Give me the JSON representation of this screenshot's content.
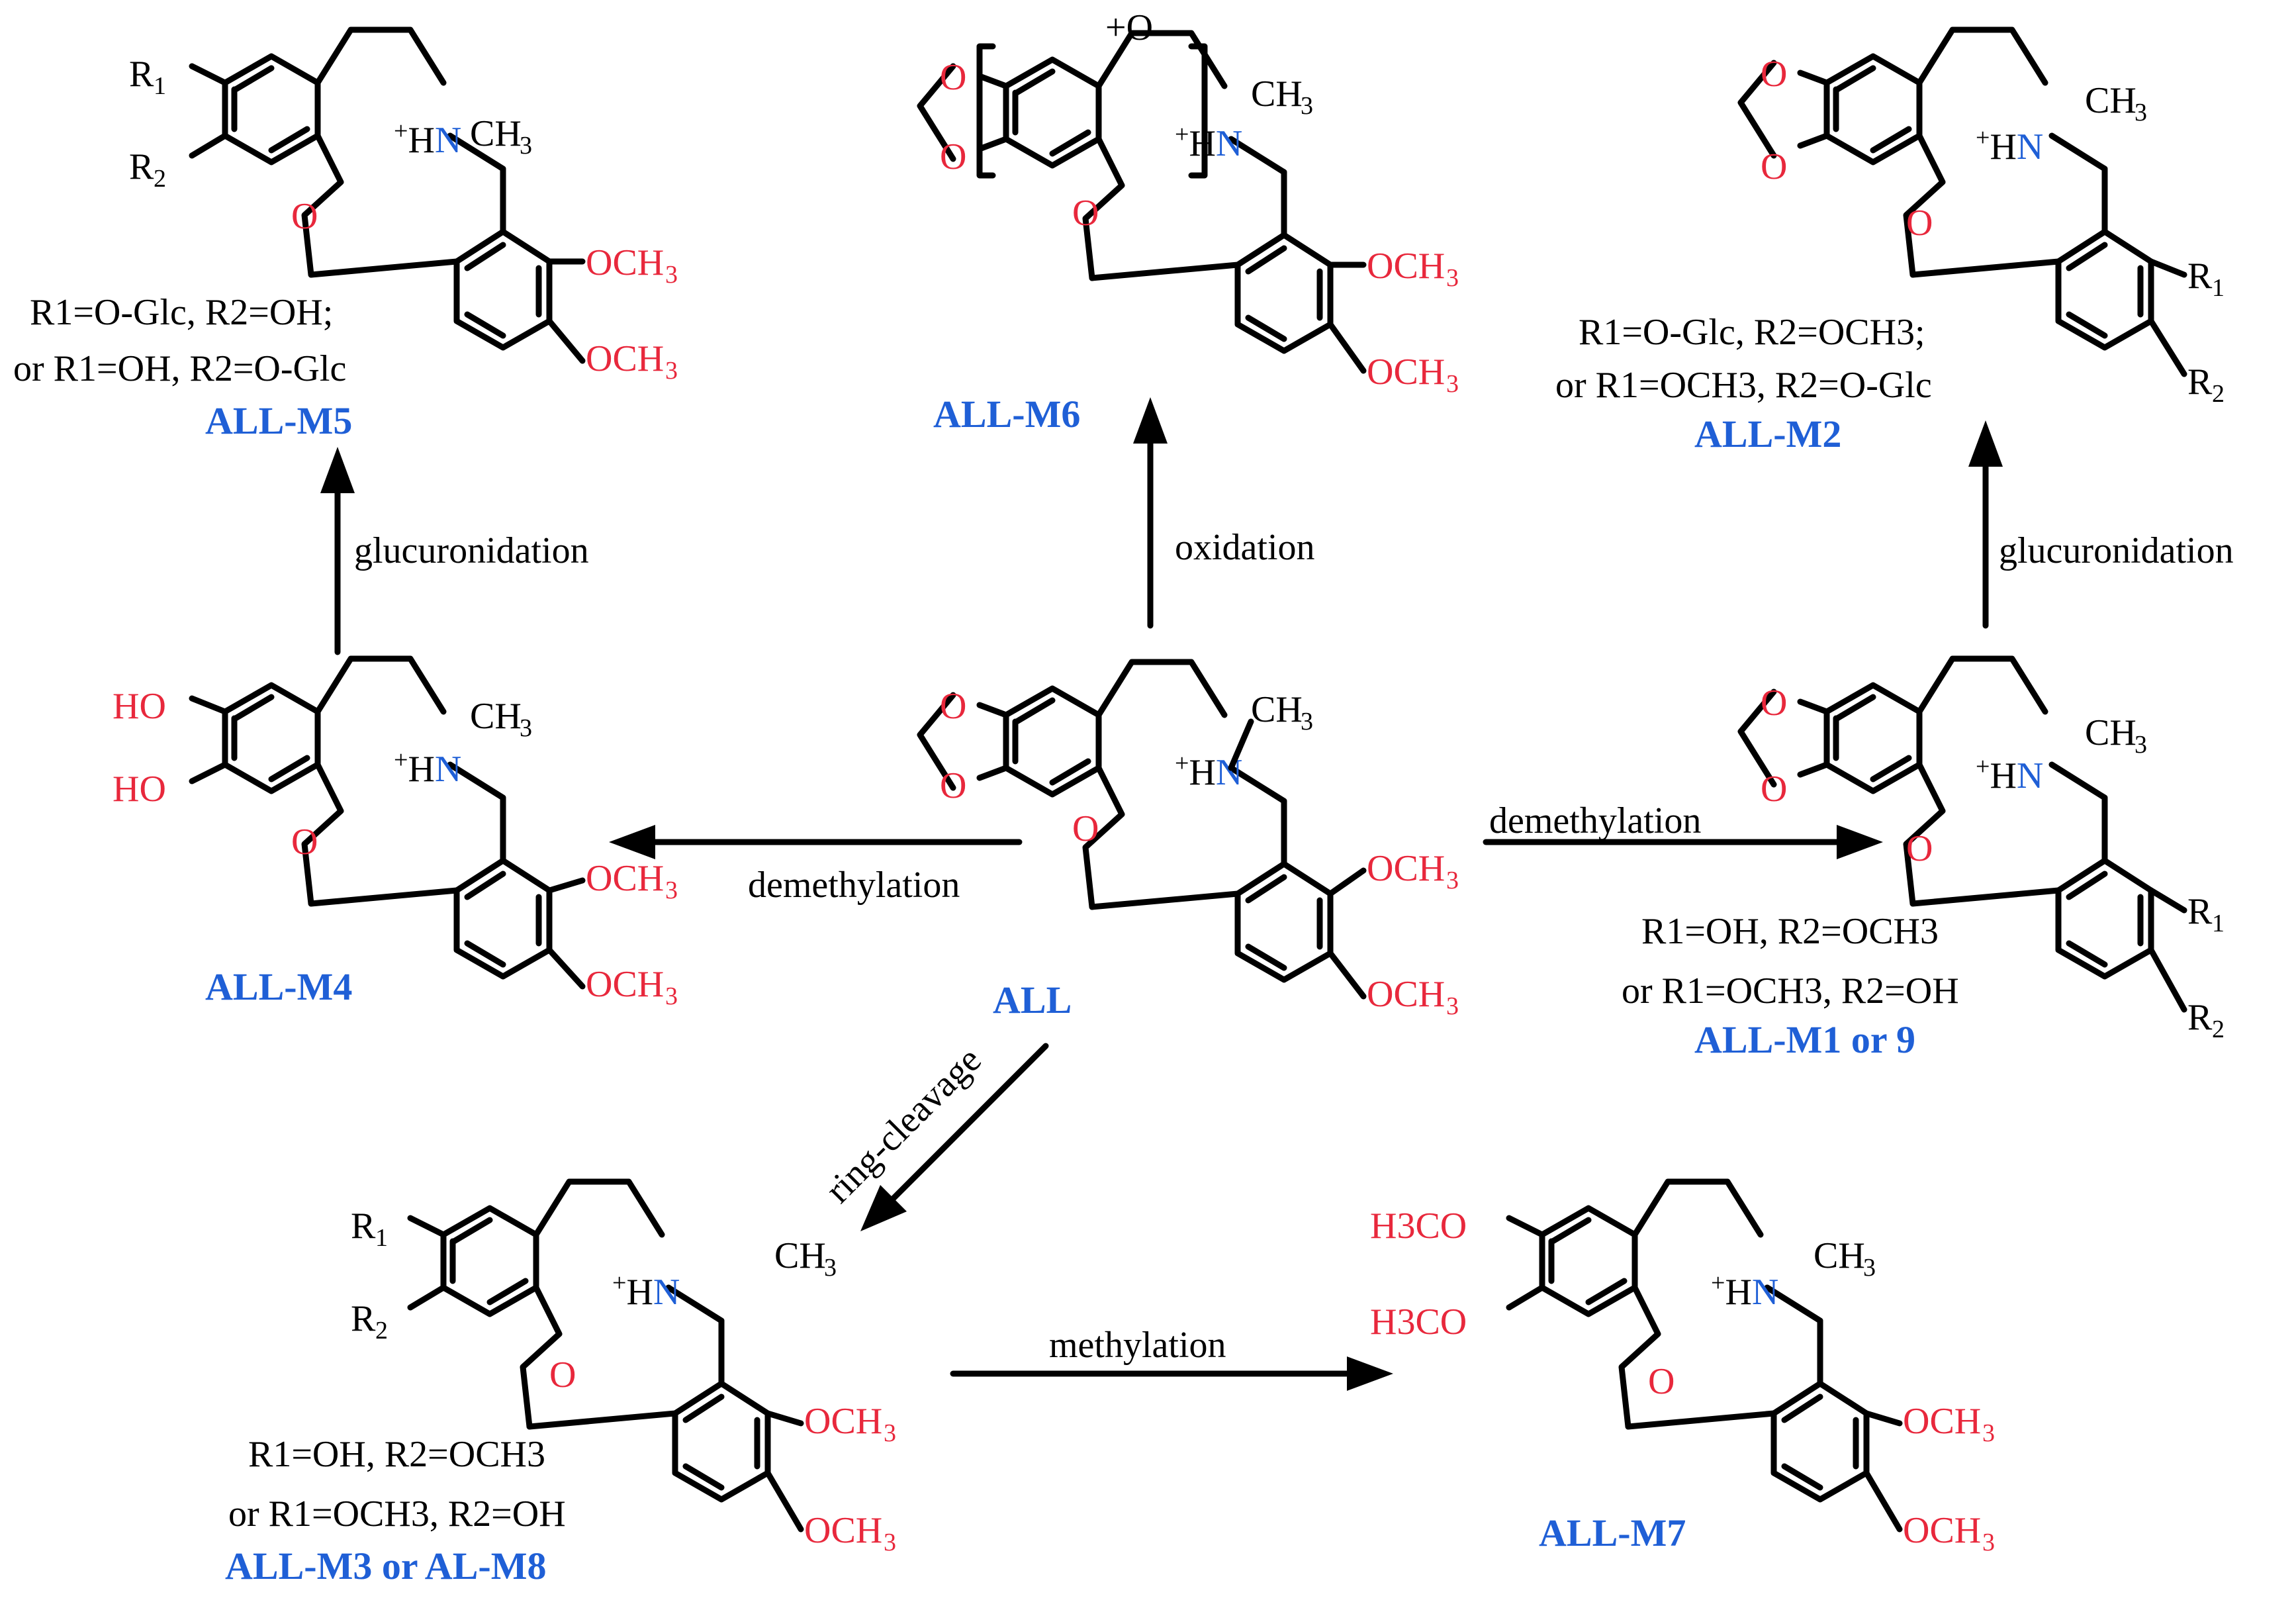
{
  "colors": {
    "oxygen_substituent": "#e8283c",
    "nitrogen": "#1f5fd6",
    "compound_label": "#1f5fd6",
    "bond": "#000000"
  },
  "compounds": {
    "all": {
      "name": "ALL"
    },
    "m5": {
      "name": "ALL-M5",
      "r_line1": "R1=O-Glc, R2=OH;",
      "r_line2": "or R1=OH, R2=O-Glc"
    },
    "m6": {
      "name": "ALL-M6",
      "oxide": "+O"
    },
    "m2": {
      "name": "ALL-M2",
      "r_line1": "R1=O-Glc, R2=OCH3;",
      "r_line2": "or R1=OCH3, R2=O-Glc"
    },
    "m4": {
      "name": "ALL-M4"
    },
    "m1": {
      "name": "ALL-M1 or 9",
      "r_line1": "R1=OH, R2=OCH3",
      "r_line2": "or R1=OCH3, R2=OH"
    },
    "m3": {
      "name": "ALL-M3 or AL-M8",
      "r_line1": "R1=OH, R2=OCH3",
      "r_line2": "or R1=OCH3, R2=OH"
    },
    "m7": {
      "name": "ALL-M7"
    }
  },
  "atoms": {
    "o": "O",
    "hn": "HN",
    "plus": "+",
    "ch3": "CH",
    "three": "3",
    "och": "OCH",
    "ho": "HO",
    "h3co": "H3CO",
    "r": "R",
    "one": "1",
    "two": "2"
  },
  "reactions": {
    "oxidation": "oxidation",
    "gluc_left": "glucuronidation",
    "gluc_right": "glucuronidation",
    "demeth_left": "demethylation",
    "demeth_right": "demethylation",
    "ring_cleavage": "ring-cleavage",
    "methylation": "methylation"
  }
}
